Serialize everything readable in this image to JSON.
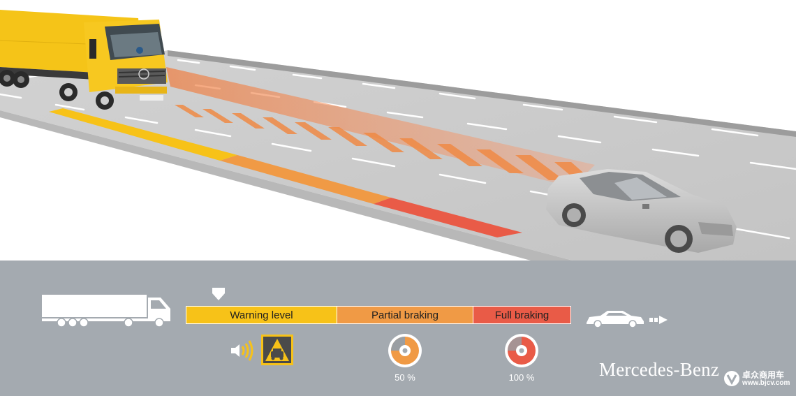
{
  "scale": {
    "labels": {
      "warning": "Warning level",
      "partial": "Partial braking",
      "full": "Full braking"
    },
    "colors": {
      "warning": "#f7c218",
      "partial": "#f09a45",
      "full": "#e95b47"
    }
  },
  "brake_levels": {
    "partial_pct": "50 %",
    "full_pct": "100 %"
  },
  "brand": "Mercedes-Benz",
  "watermark": {
    "title": "卓众商用车",
    "url": "www.bjcv.com"
  },
  "icons": [
    "truck-icon",
    "car-icon",
    "arrow-right-icon",
    "sound-warning-icon",
    "collision-warning-display-icon",
    "brake-disc-icon",
    "marker-triangle-icon"
  ]
}
